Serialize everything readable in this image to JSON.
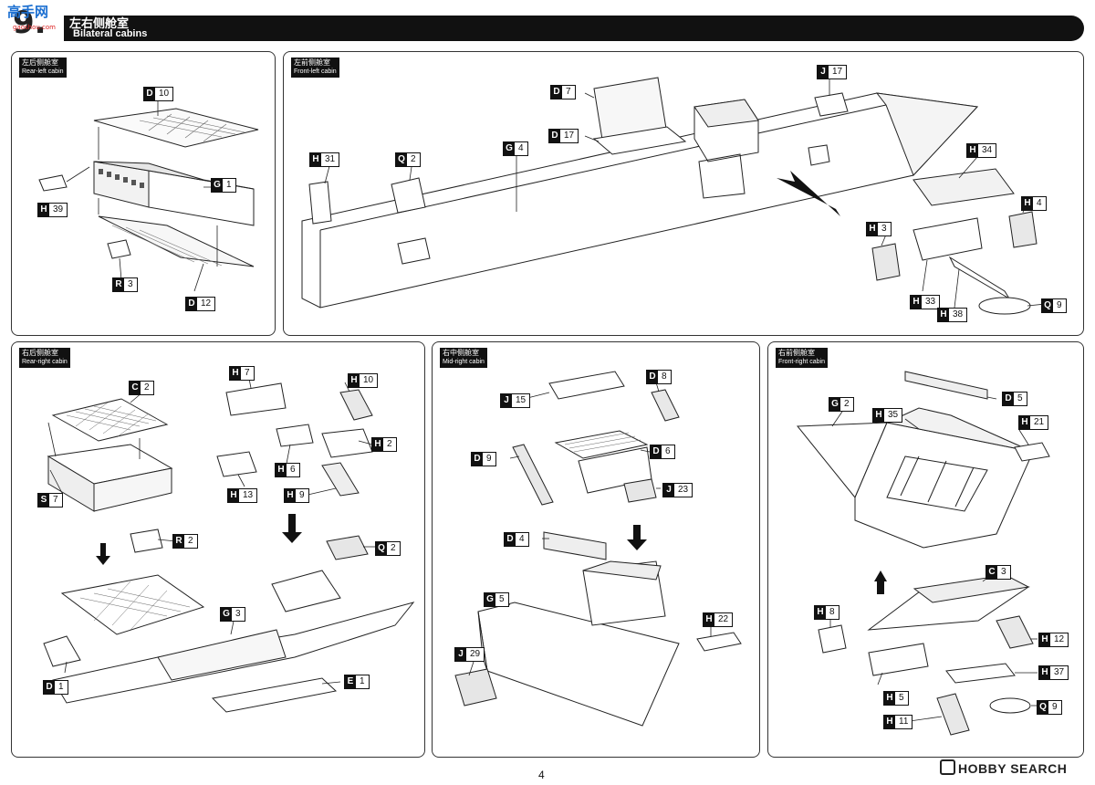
{
  "header": {
    "step_number": "9.",
    "logo_cn": "高手网",
    "logo_en": "gaoshou.com",
    "title_cn": "左右侧舱室",
    "title_en": "Bilateral cabins"
  },
  "panels": {
    "rear_left": {
      "title_cn": "左后侧舱室",
      "title_en": "Rear-left cabin"
    },
    "front_left": {
      "title_cn": "左前侧舱室",
      "title_en": "Front-left cabin"
    },
    "rear_right": {
      "title_cn": "右后侧舱室",
      "title_en": "Rear-right cabin"
    },
    "mid_right": {
      "title_cn": "右中侧舱室",
      "title_en": "Mid-right cabin"
    },
    "front_right": {
      "title_cn": "右前侧舱室",
      "title_en": "Front-right cabin"
    }
  },
  "labels": {
    "rl_d10": {
      "letter": "D",
      "num": "10"
    },
    "rl_g1": {
      "letter": "G",
      "num": "1"
    },
    "rl_h39": {
      "letter": "H",
      "num": "39"
    },
    "rl_r3": {
      "letter": "R",
      "num": "3"
    },
    "rl_d12": {
      "letter": "D",
      "num": "12"
    },
    "fl_d7": {
      "letter": "D",
      "num": "7"
    },
    "fl_d17": {
      "letter": "D",
      "num": "17"
    },
    "fl_j17": {
      "letter": "J",
      "num": "17"
    },
    "fl_h31": {
      "letter": "H",
      "num": "31"
    },
    "fl_q2": {
      "letter": "Q",
      "num": "2"
    },
    "fl_g4": {
      "letter": "G",
      "num": "4"
    },
    "fl_h34": {
      "letter": "H",
      "num": "34"
    },
    "fl_h4": {
      "letter": "H",
      "num": "4"
    },
    "fl_h3": {
      "letter": "H",
      "num": "3"
    },
    "fl_h33": {
      "letter": "H",
      "num": "33"
    },
    "fl_h38": {
      "letter": "H",
      "num": "38"
    },
    "fl_q9": {
      "letter": "Q",
      "num": "9"
    },
    "rr_c2": {
      "letter": "C",
      "num": "2"
    },
    "rr_s7": {
      "letter": "S",
      "num": "7"
    },
    "rr_r2": {
      "letter": "R",
      "num": "2"
    },
    "rr_h7": {
      "letter": "H",
      "num": "7"
    },
    "rr_h10": {
      "letter": "H",
      "num": "10"
    },
    "rr_h2": {
      "letter": "H",
      "num": "2"
    },
    "rr_h6": {
      "letter": "H",
      "num": "6"
    },
    "rr_h13": {
      "letter": "H",
      "num": "13"
    },
    "rr_h9": {
      "letter": "H",
      "num": "9"
    },
    "rr_q2": {
      "letter": "Q",
      "num": "2"
    },
    "rr_g3": {
      "letter": "G",
      "num": "3"
    },
    "rr_d1": {
      "letter": "D",
      "num": "1"
    },
    "rr_e1": {
      "letter": "E",
      "num": "1"
    },
    "mr_j15": {
      "letter": "J",
      "num": "15"
    },
    "mr_d8": {
      "letter": "D",
      "num": "8"
    },
    "mr_d9": {
      "letter": "D",
      "num": "9"
    },
    "mr_d6": {
      "letter": "D",
      "num": "6"
    },
    "mr_j23": {
      "letter": "J",
      "num": "23"
    },
    "mr_d4": {
      "letter": "D",
      "num": "4"
    },
    "mr_g5": {
      "letter": "G",
      "num": "5"
    },
    "mr_h22": {
      "letter": "H",
      "num": "22"
    },
    "mr_j29": {
      "letter": "J",
      "num": "29"
    },
    "fr_d5": {
      "letter": "D",
      "num": "5"
    },
    "fr_g2": {
      "letter": "G",
      "num": "2"
    },
    "fr_h35": {
      "letter": "H",
      "num": "35"
    },
    "fr_h21": {
      "letter": "H",
      "num": "21"
    },
    "fr_c3": {
      "letter": "C",
      "num": "3"
    },
    "fr_h8": {
      "letter": "H",
      "num": "8"
    },
    "fr_h12": {
      "letter": "H",
      "num": "12"
    },
    "fr_h37": {
      "letter": "H",
      "num": "37"
    },
    "fr_h5": {
      "letter": "H",
      "num": "5"
    },
    "fr_q9": {
      "letter": "Q",
      "num": "9"
    },
    "fr_h11": {
      "letter": "H",
      "num": "11"
    }
  },
  "footer": {
    "page_number": "4",
    "watermark": "HOBBY SEARCH"
  }
}
